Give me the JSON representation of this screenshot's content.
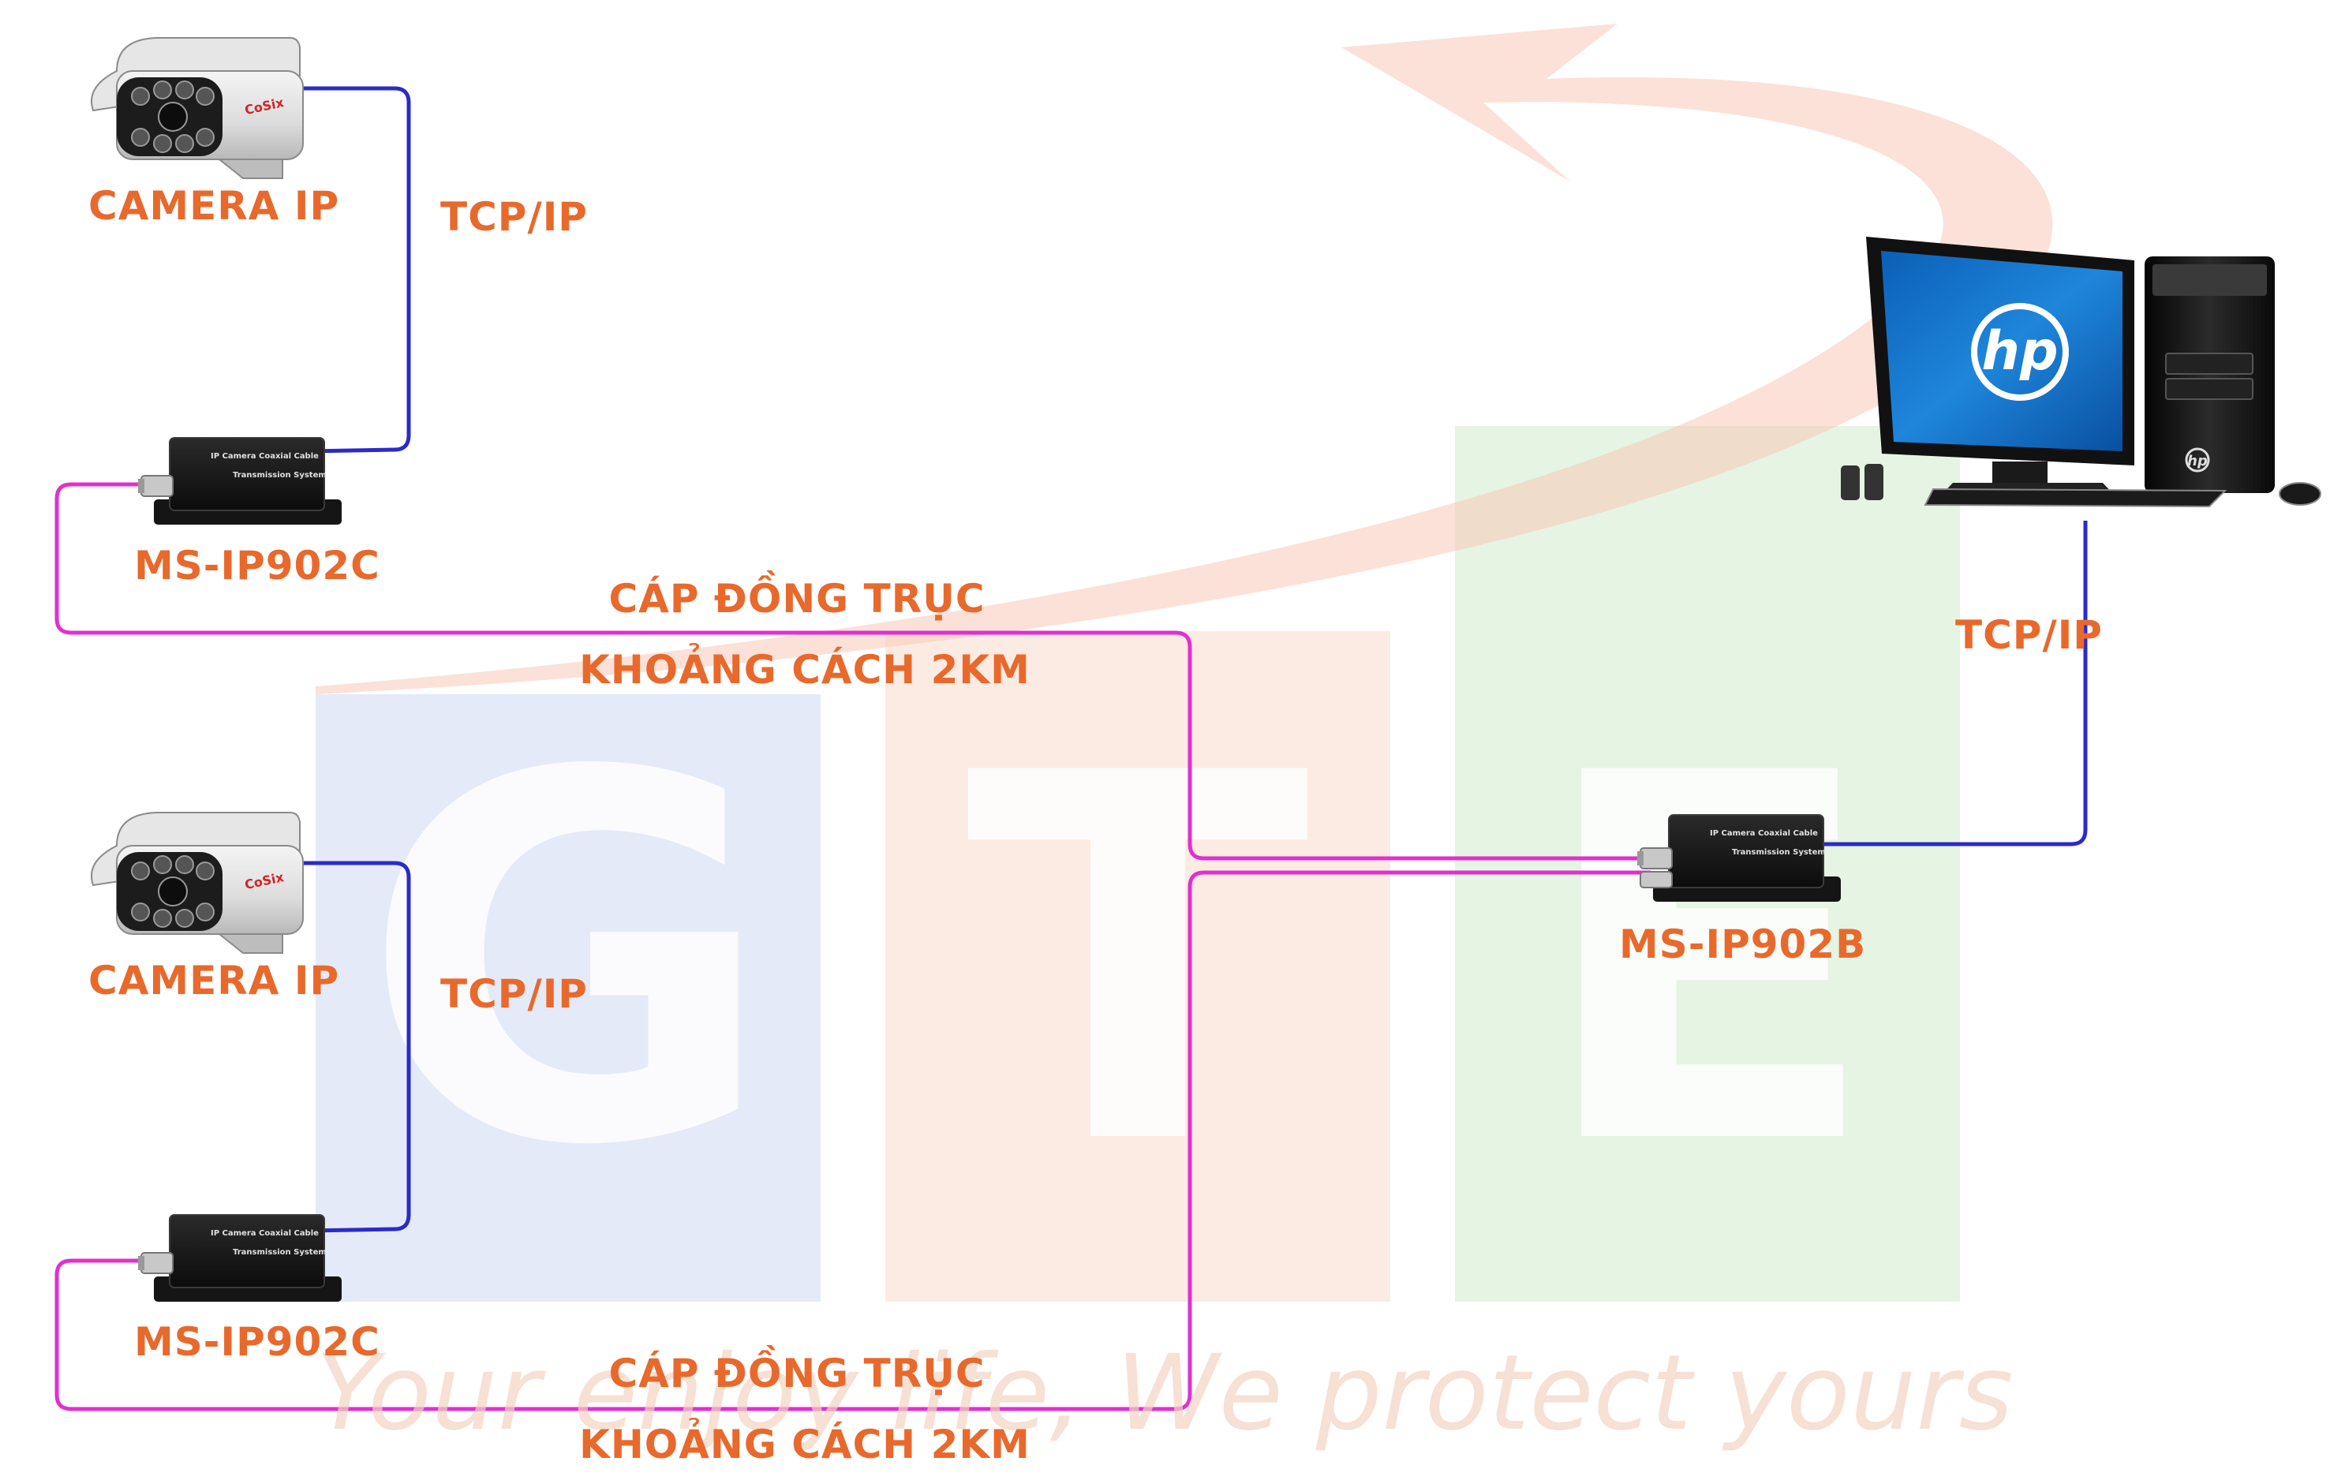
{
  "watermark": {
    "letters": [
      "G",
      "T",
      "E"
    ],
    "slogan": "Your enjoy life, We protect yours"
  },
  "labels": {
    "camera_1": "CAMERA IP",
    "camera_2": "CAMERA IP",
    "tcp_ip_1": "TCP/IP",
    "tcp_ip_2": "TCP/IP",
    "tcp_ip_3": "TCP/IP",
    "transmitter_1": "MS-IP902C",
    "transmitter_2": "MS-IP902C",
    "receiver": "MS-IP902B",
    "coax_1_line1": "CÁP ĐỒNG TRỤC",
    "coax_1_line2": "KHOẢNG CÁCH 2KM",
    "coax_2_line1": "CÁP ĐỒNG TRỤC",
    "coax_2_line2": "KHOẢNG CÁCH 2KM"
  },
  "devices": {
    "camera_brand": "CoSix",
    "box_text_line1": "IP Camera Coaxial Cable",
    "box_text_line2": "Transmission System",
    "monitor_logo": "hp",
    "small_logo": "hp"
  },
  "colors": {
    "label": "#E8692C",
    "tcp_line": "#2B2BC8",
    "coax_line": "#E030D0",
    "wm_blue": "#DCE3F6",
    "wm_orange": "#FBE4D8",
    "wm_green": "#DDF0DA",
    "wm_arrow": "#F7C8B6"
  }
}
